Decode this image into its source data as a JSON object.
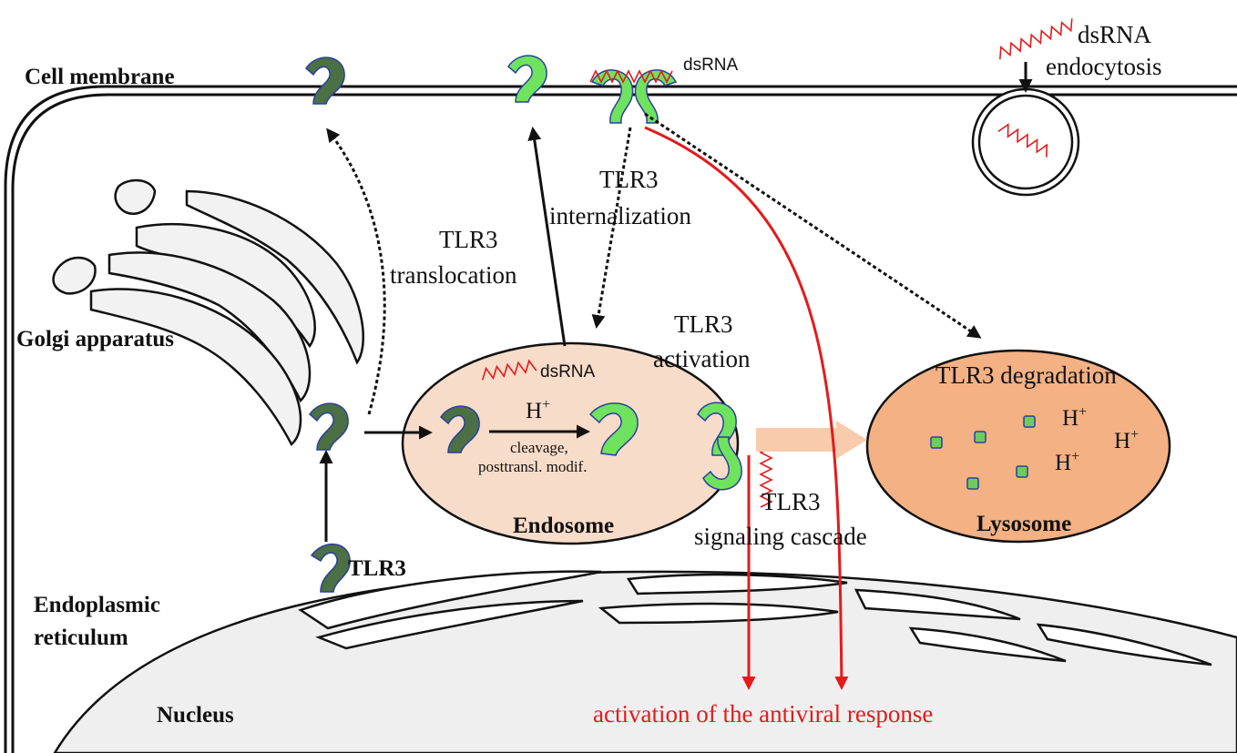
{
  "labels": {
    "cell_membrane": "Cell membrane",
    "golgi": "Golgi apparatus",
    "er_line1": "Endoplasmic",
    "er_line2": "reticulum",
    "nucleus": "Nucleus",
    "tlr3": "TLR3",
    "dsrna_top": "dsRNA",
    "dsrna_endocytosis_line1": "dsRNA",
    "dsrna_endocytosis_line2": "endocytosis",
    "translocation_line1": "TLR3",
    "translocation_line2": "translocation",
    "internalization_line1": "TLR3",
    "internalization_line2": "internalization",
    "activation_line1": "TLR3",
    "activation_line2": "activation",
    "endosome_dsrna": "dsRNA",
    "endosome_h": "H",
    "endosome_h_sup": "+",
    "cleavage_line1": "cleavage,",
    "cleavage_line2": "posttransl. modif.",
    "endosome": "Endosome",
    "lysosome_title": "TLR3 degradation",
    "lysosome": "Lysosome",
    "lys_h": "H",
    "lys_h_sup": "+",
    "signaling_line1": "TLR3",
    "signaling_line2": "signaling cascade",
    "antiviral": "activation of the antiviral response"
  },
  "colors": {
    "tlr3_immature": "#4a7044",
    "tlr3_mature": "#6fe35e",
    "tlr3_outline": "#2b3f9e",
    "dsrna": "#e41a1c",
    "endosome_fill": "#f7dcc9",
    "lysosome_fill": "#f4b183",
    "nucleus_fill": "#efefef",
    "organelle_fill": "#f2f2f2",
    "antiviral_arrow": "#e41a1c",
    "transition_arrow": "#f8cbad"
  }
}
